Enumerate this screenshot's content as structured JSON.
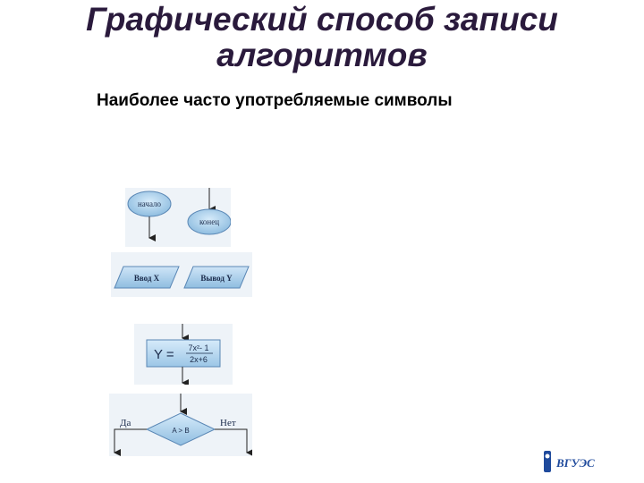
{
  "slide": {
    "title_line1": "Графический способ записи",
    "title_line2": "алгоритмов",
    "subtitle": "Наиболее часто употребляемые символы"
  },
  "flowchart": {
    "start_label": "начало",
    "end_label": "конец",
    "input_label": "Ввод X",
    "output_label": "Вывод Y",
    "process_lhs": "Y =",
    "process_numerator": "7x²- 1",
    "process_denominator": "2x+6",
    "decision_label": "A > B",
    "yes_label": "Да",
    "no_label": "Нет"
  },
  "logo": {
    "text": "ВГУЭС"
  },
  "colors": {
    "title": "#2a1a3c",
    "panel_bg": "#eef3f8",
    "shape_fill": "#a9cde8",
    "shape_stroke": "#5a87b5",
    "logo_blue": "#1f4a9c"
  }
}
